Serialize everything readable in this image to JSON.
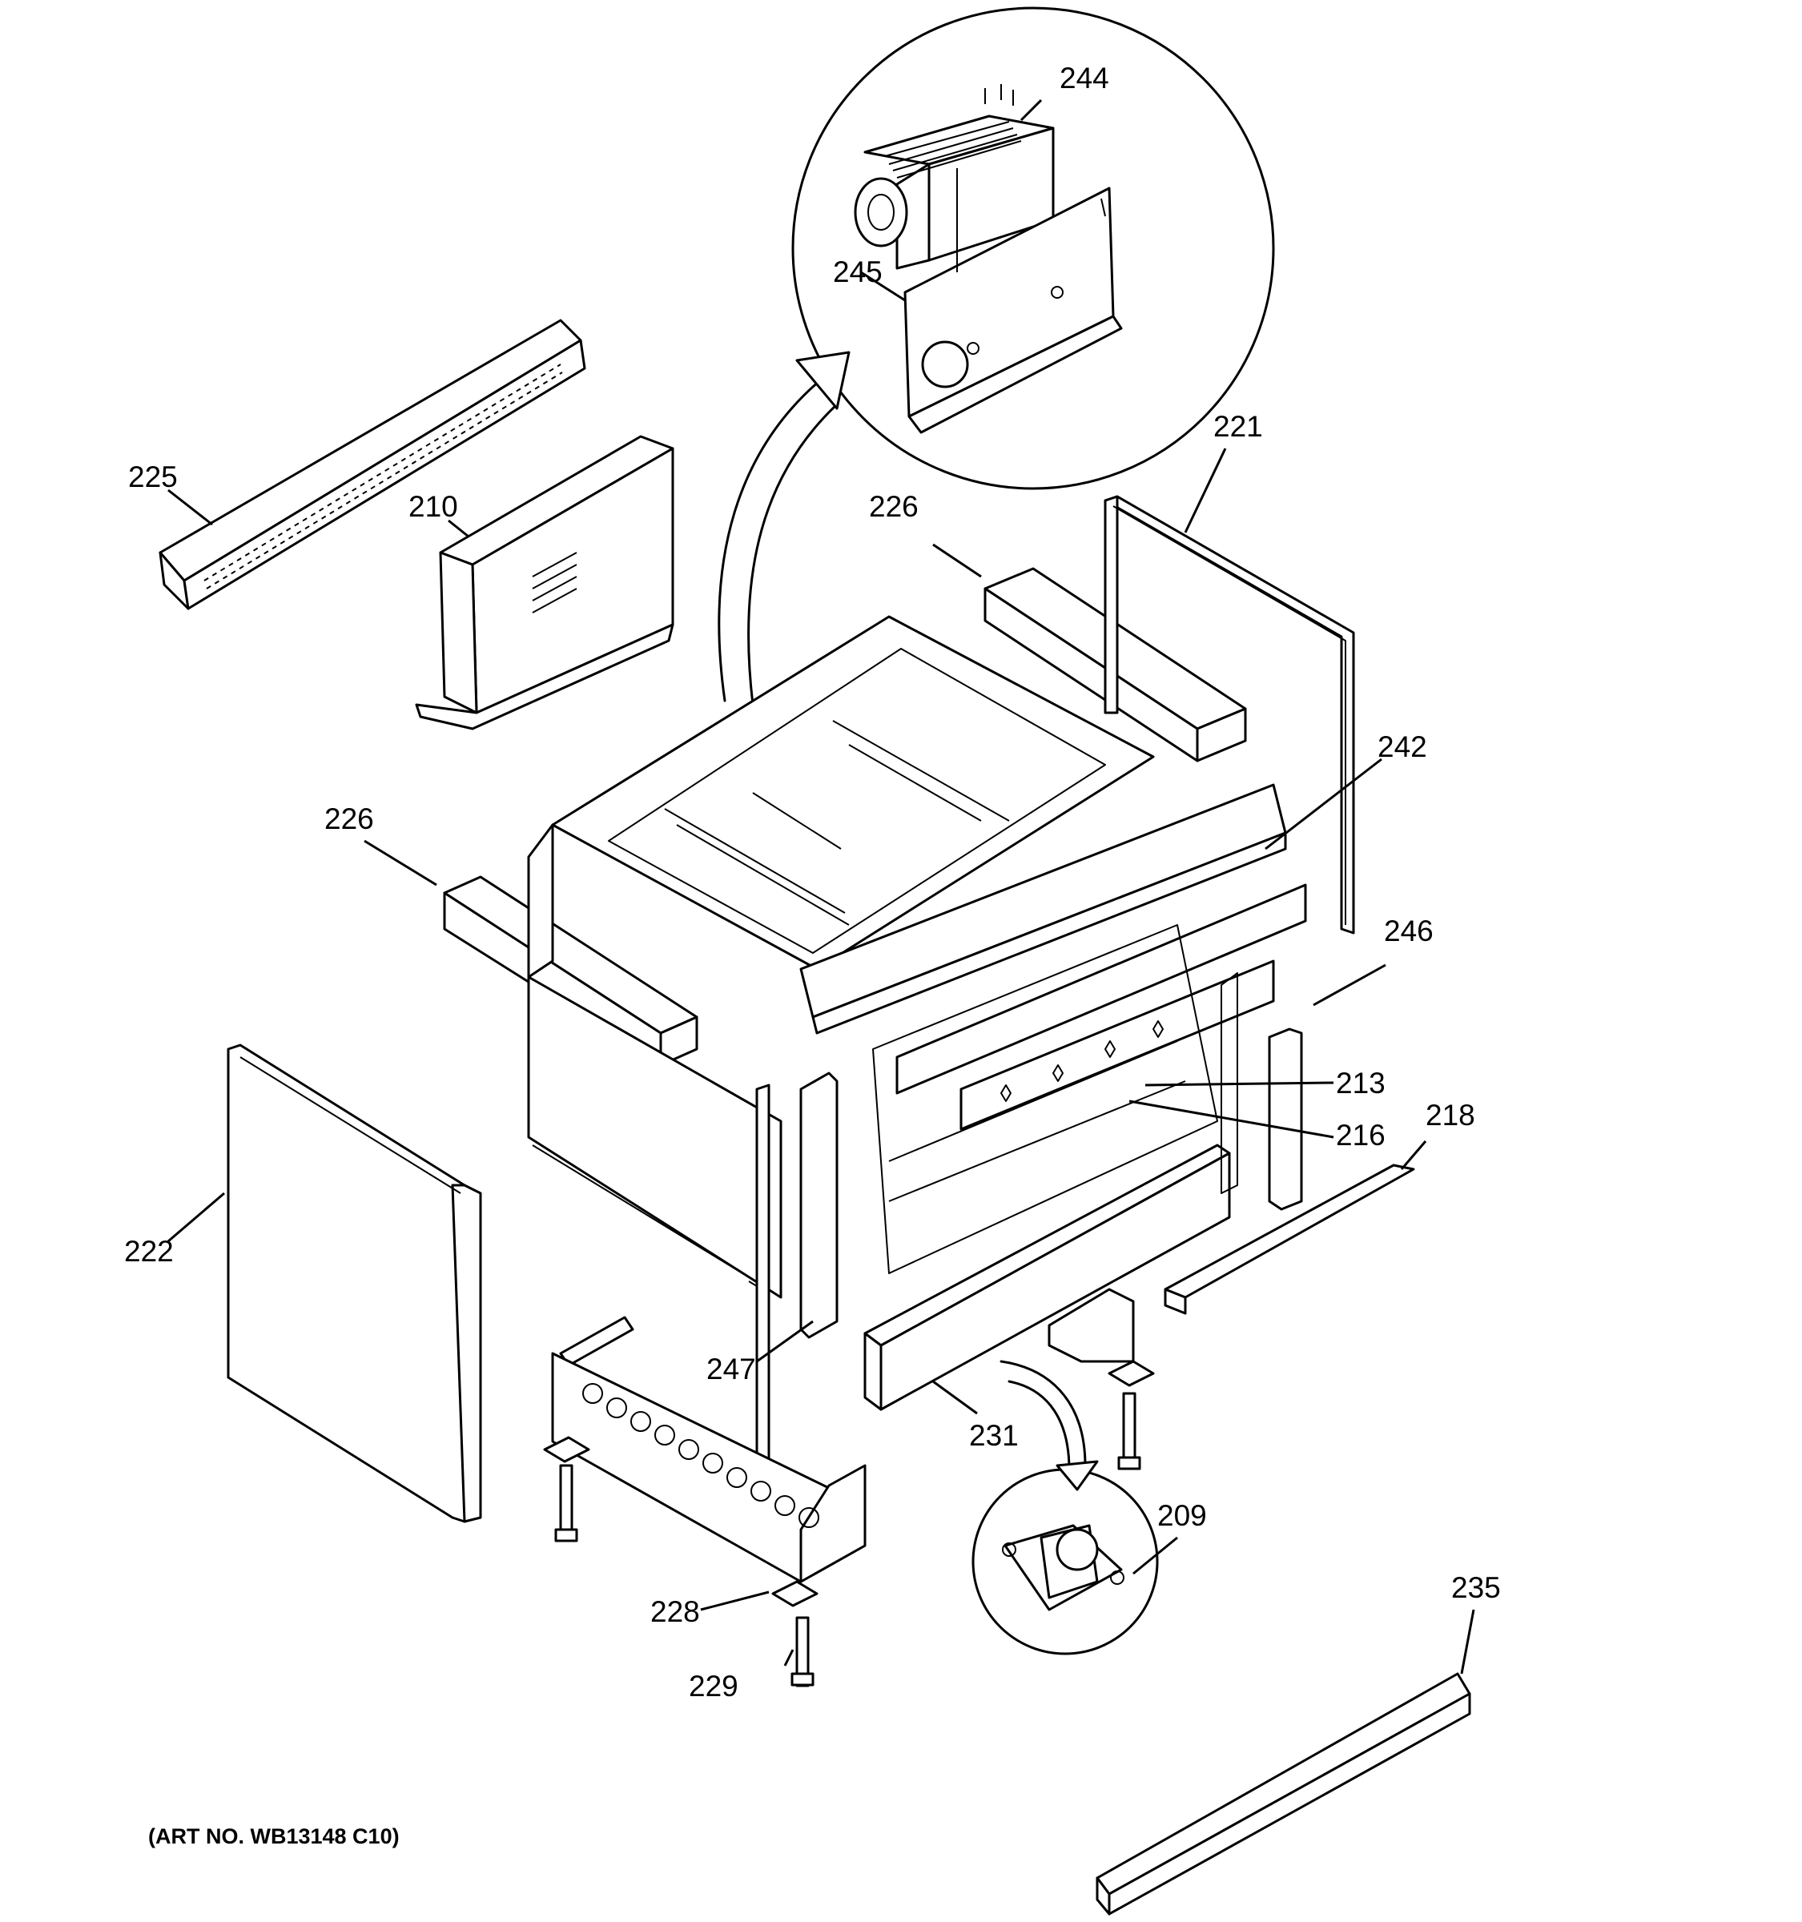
{
  "diagram": {
    "art_number": "(ART NO. WB13148 C10)",
    "part_labels": {
      "p244": "244",
      "p245": "245",
      "p225": "225",
      "p210": "210",
      "p221": "221",
      "p226a": "226",
      "p226b": "226",
      "p242": "242",
      "p246": "246",
      "p213": "213",
      "p216": "216",
      "p218": "218",
      "p222": "222",
      "p247": "247",
      "p231": "231",
      "p209": "209",
      "p228": "228",
      "p229": "229",
      "p235": "235"
    }
  }
}
